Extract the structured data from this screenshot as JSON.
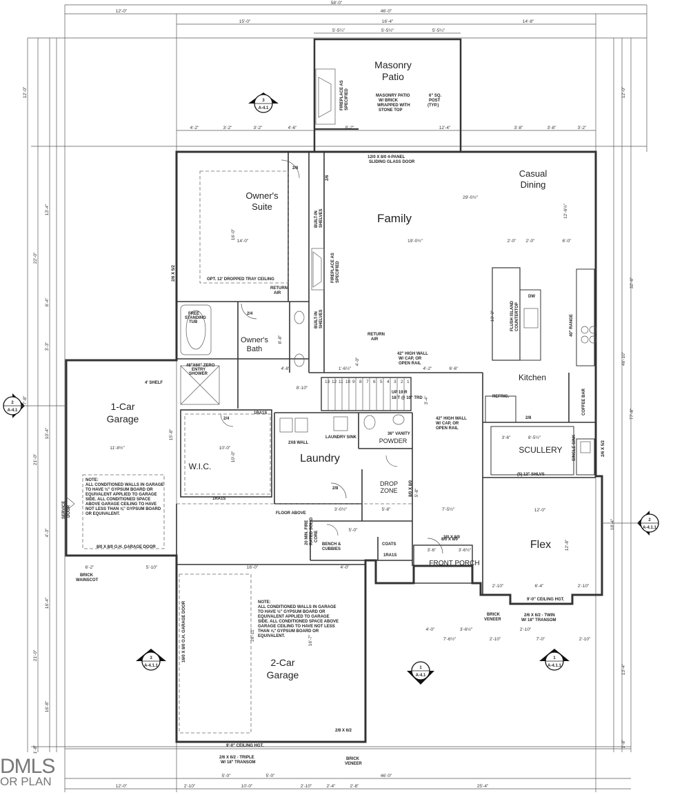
{
  "rooms": {
    "masonry_patio": [
      "Masonry",
      "Patio"
    ],
    "owners_suite": [
      "Owner's",
      "Suite"
    ],
    "family": "Family",
    "casual_dining": [
      "Casual",
      "Dining"
    ],
    "owners_bath": [
      "Owner's",
      "Bath"
    ],
    "kitchen": "Kitchen",
    "one_car_garage": [
      "1-Car",
      "Garage"
    ],
    "wic": "W.I.C.",
    "laundry": "Laundry",
    "powder": "POWDER",
    "scullery": "SCULLERY",
    "drop_zone": [
      "DROP",
      "ZONE"
    ],
    "flex": "Flex",
    "front_porch": "FRONT PORCH",
    "two_car_garage": [
      "2-Car",
      "Garage"
    ]
  },
  "notes": {
    "patio_note": [
      "MASONRY PATIO",
      "W/ BRICK",
      "WRAPPED WITH",
      "STONE TOP"
    ],
    "post": [
      "6\" SQ.",
      "POST",
      "(TYP.)"
    ],
    "slider": [
      "12/0 X 8/0 4-PANEL",
      "SLIDING GLASS DOOR"
    ],
    "tray": "OPT. 12' DROPPED TRAY CEILING",
    "fireplace": [
      "FIREPLACE AS",
      "SPECIFIED"
    ],
    "built_in": [
      "BUILT-IN",
      "SHELVES"
    ],
    "return_air": [
      "RETURN",
      "AIR"
    ],
    "tub": [
      "FREE",
      "STANDING",
      "TUB"
    ],
    "shower": [
      "48\"X60\" ZERO",
      "ENTRY",
      "SHOWER"
    ],
    "shelf": "4' SHELF",
    "half_wall": [
      "42\" HIGH WALL",
      "W/ CAP, OR",
      "OPEN RAIL"
    ],
    "stairs": [
      "UP 19 R",
      "18 T @ 10\" TRD"
    ],
    "stair_nums": [
      "13",
      "12",
      "11",
      "10",
      "9",
      "8",
      "7",
      "6",
      "5",
      "4",
      "3",
      "2",
      "1"
    ],
    "island": [
      "FLUSH ISLAND",
      "COUNTERTOP"
    ],
    "dw": "DW",
    "range": "40\" RANGE",
    "refrig": "REFRIG.",
    "coffee_bar": "COFFEE BAR",
    "single_sink": "SINGLE SINK",
    "shlvs": "(5) 12\" SHLVS",
    "laundry_sink": "LAUNDRY SINK",
    "vanity": "36\" VANITY",
    "garage_note1": [
      "NOTE:",
      "ALL CONDITIONED WALLS IN GARAGE",
      "TO HAVE ½\" GYPSUM BOARD OR",
      "EQUIVALENT APPLIED TO GARAGE",
      "SIDE. ALL CONDITIONED SPACE",
      "ABOVE GARAGE CEILING TO HAVE",
      "NOT LESS THAN ⅝\" GYPSUM BOARD",
      "OR EQUIVALENT."
    ],
    "garage_note2": [
      "NOTE:",
      "ALL CONDITIONED WALLS IN GARAGE",
      "TO HAVE ½\" GYPSUM BOARD OR",
      "EQUIVALENT APPLIED TO GARAGE",
      "SIDE. ALL CONDITIONED SPACE ABOVE",
      "GARAGE CEILING TO HAVE NOT LESS",
      "THAN ⅝\" GYPSUM BOARD OR",
      "EQUIVALENT."
    ],
    "oh_door1": "8/0 X 8/0 O.H. GARAGE DOOR",
    "oh_door2": "16/0 X 8/0 O.H. GARAGE DOOR",
    "floor_above": "FLOOR ABOVE",
    "brick_wainscot": [
      "BRICK",
      "WAINSCOT"
    ],
    "ceiling_hgt1": "9'-0\" CEILING HGT.",
    "ceiling_hgt2": "9'-0\" CEILING HGT.",
    "triple": [
      "2/6 X 6/2 - TRIPLE",
      "W/ 18\" TRANSOM"
    ],
    "twin": [
      "2/6 X 6/2 - TWIN",
      "W/ 18\" TRANSOM"
    ],
    "brick_veneer1": [
      "BRICK",
      "VENEER"
    ],
    "brick_veneer2": [
      "BRICK",
      "VENEER"
    ],
    "bench": [
      "BENCH &",
      "CUBBIES"
    ],
    "coats": "COATS",
    "service_door": [
      "SERVICE",
      "DOOR"
    ],
    "fire_rated": [
      "20 MIN. FIRE",
      "RATED SOLID",
      "CORE"
    ],
    "shop_door": "8/0 X 8/0",
    "front_door": "3/0 X 8/0",
    "one_hr": "1RA1S",
    "two_x_wall": "2X8 WALL",
    "door_2_6": "2/6",
    "door_2_4": "2/4",
    "door_2_8": "2/8",
    "window_26_52": "2/6 X 5/2",
    "window_28_62": "2/8 X 6/2"
  },
  "dims": {
    "top_overall": "58'-0\"",
    "top_row1": [
      "12'-0\"",
      "46'-0\""
    ],
    "top_row2": [
      "15'-0\"",
      "16'-4\"",
      "14'-8\""
    ],
    "top_row3": [
      "5'-5¼\"",
      "5'-5½\"",
      "5'-5¼\""
    ],
    "patio_row": [
      "4'-2\"",
      "3'-2\"",
      "3'-2\"",
      "4'-6\"",
      "8'-2\"",
      "12'-4\"",
      "3'-8\"",
      "3'-8\"",
      "3'-2\""
    ],
    "bottom_row1": [
      "12'-0\"",
      "46'-0\"",
      "25'-4\""
    ],
    "bottom_row2": [
      "2'-10\"",
      "10'-0\"",
      "2'-10\"",
      "2'-4\"",
      "2'-8\""
    ],
    "bottom_row3": [
      "5'-0\"",
      "5'-0\""
    ],
    "left_side": [
      "12'-0\"",
      "22'-0\"",
      "13'-4\"",
      "6'-4\"",
      "3'-3\"",
      "7'-8\"",
      "10'-4\"",
      "21'-0\"",
      "4'-3\"",
      "16'-4\"",
      "21'-0\"",
      "16'-8\"",
      "1'-8\""
    ],
    "right_side": [
      "12'-0\"",
      "32'-6\"",
      "46'-10\"",
      "77'-8\"",
      "18'-4\"",
      "13'-4\"",
      "1'-8\""
    ],
    "interior": {
      "family_w": "29'-0½\"",
      "family_w2": "19'-0½\"",
      "suite_w": "14'-0\"",
      "suite_h": "16'-0\"",
      "garage1_w": "11'-8½\"",
      "garage1_h": "15'-8\"",
      "wic_w": "10'-0\"",
      "wic_h": "10'-0\"",
      "flex_w": "12'-0\"",
      "flex_h": "12'-8\"",
      "garage2_w": "16'-0\"",
      "garage2_h": "26'-11\"",
      "garage2_h2": "16'-7\"",
      "kitchen_w": "6'-6\"",
      "kitchen_ht": "10'-0\"",
      "island_dims": [
        "2'-0\"",
        "2'-0\"",
        "6'-0\""
      ],
      "dining_h": "12'-6½\"",
      "porch": [
        "3'-6\"",
        "3'-6½\""
      ],
      "porch_row": [
        "4'-0\"",
        "3'-6½\"",
        "7'-6½\"",
        "2'-10\"",
        "2'-10\"",
        "7'-0\"",
        "2'-10\""
      ],
      "flex_row": [
        "2'-10\"",
        "6'-4\"",
        "2'-10\""
      ],
      "bath_w": "4'-8\"",
      "misc": [
        "4'-2\"",
        "8'-8\"",
        "8'-10\"",
        "5'-8\"",
        "6'-2\"",
        "5'-10\"",
        "1'-6½\"",
        "4'-0\"",
        "3'-0½\"",
        "5'-8\"",
        "7'-5½\"",
        "5'-0\"",
        "3'-4\"",
        "8'-5½\"",
        "3'-6\""
      ]
    }
  },
  "section_marks": [
    {
      "num": "3",
      "sheet": "A-4.1"
    },
    {
      "num": "2",
      "sheet": "A-4.1"
    },
    {
      "num": "2",
      "sheet": "A-4.1.1"
    },
    {
      "num": "3",
      "sheet": "A-4.1.1"
    },
    {
      "num": "1",
      "sheet": "A-4.1"
    },
    {
      "num": "1",
      "sheet": "A-4.1.1"
    }
  ],
  "watermark": [
    "DMLS",
    "OR PLAN"
  ]
}
